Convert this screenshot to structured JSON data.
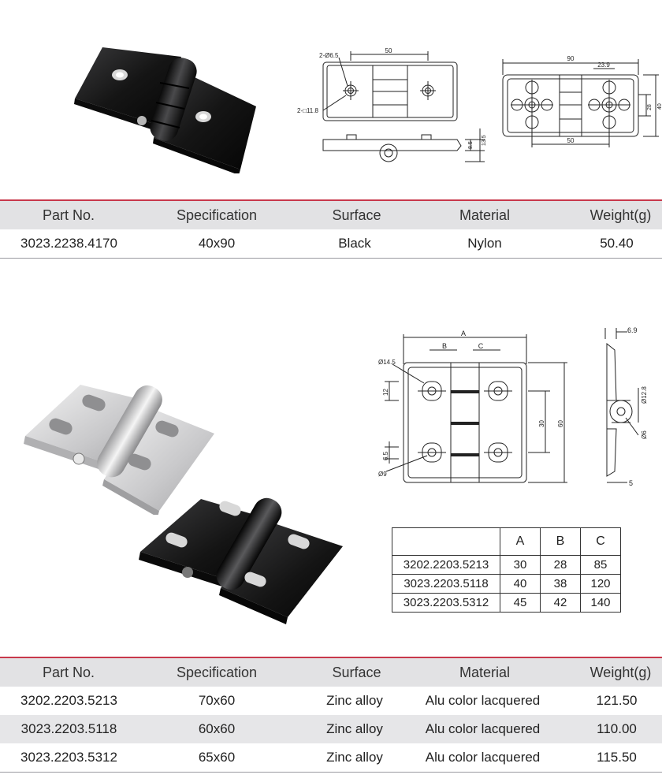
{
  "section1": {
    "drawing": {
      "top_labels": [
        "50",
        "2-Ø6.5",
        "2-□11.8"
      ],
      "side_labels": [
        "8.5",
        "13.5"
      ],
      "right_labels": [
        "90",
        "23.9",
        "28",
        "40",
        "50"
      ]
    },
    "table": {
      "headers": [
        "Part No.",
        "Specification",
        "Surface",
        "Material",
        "Weight(g)"
      ],
      "rows": [
        [
          "3023.2238.4170",
          "40x90",
          "Black",
          "Nylon",
          "50.40"
        ]
      ]
    }
  },
  "section2": {
    "drawing": {
      "labels": [
        "A",
        "B",
        "C",
        "Ø14.5",
        "12",
        "30",
        "60",
        "6.5",
        "Ø9"
      ],
      "side_labels": [
        "6.9",
        "Ø12.8",
        "Ø6",
        "5"
      ]
    },
    "dim_table": {
      "headers": [
        "",
        "A",
        "B",
        "C"
      ],
      "rows": [
        [
          "3202.2203.5213",
          "30",
          "28",
          "85"
        ],
        [
          "3023.2203.5118",
          "40",
          "38",
          "120"
        ],
        [
          "3023.2203.5312",
          "45",
          "42",
          "140"
        ]
      ]
    },
    "table": {
      "headers": [
        "Part No.",
        "Specification",
        "Surface",
        "Material",
        "Weight(g)"
      ],
      "rows": [
        [
          "3202.2203.5213",
          "70x60",
          "Zinc alloy",
          "Alu color lacquered",
          "121.50"
        ],
        [
          "3023.2203.5118",
          "60x60",
          "Zinc alloy",
          "Alu color lacquered",
          "110.00"
        ],
        [
          "3023.2203.5312",
          "65x60",
          "Zinc alloy",
          "Alu color lacquered",
          "115.50"
        ]
      ]
    }
  }
}
